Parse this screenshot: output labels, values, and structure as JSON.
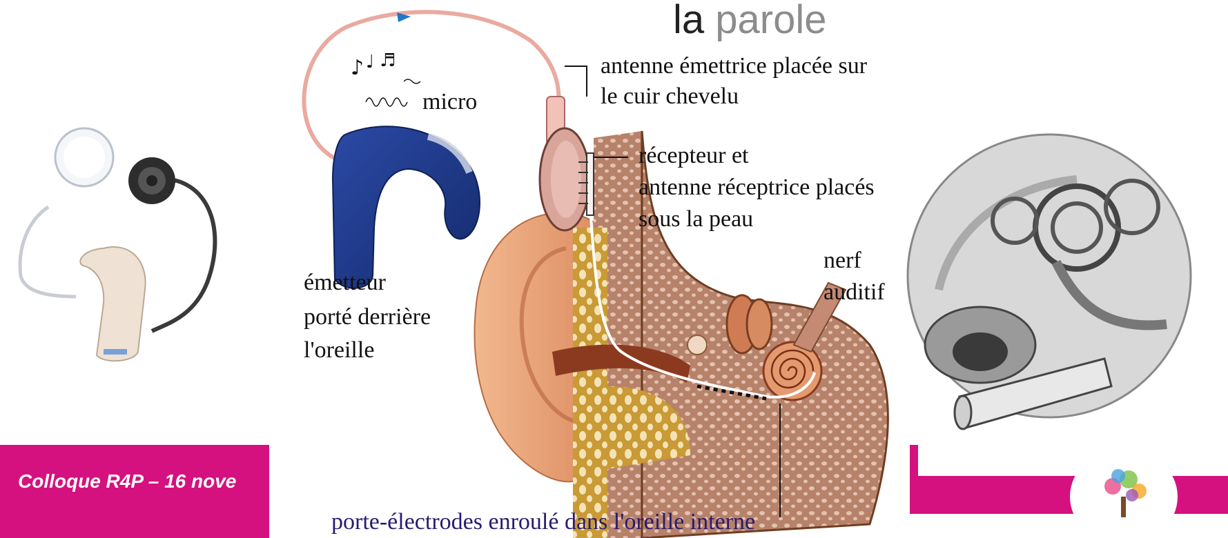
{
  "title": {
    "part1": "la",
    "part2": "parole"
  },
  "labels": {
    "micro": "micro",
    "antenna_line1": "antenne émettrice placée sur",
    "antenna_line2": "le cuir chevelu",
    "receiver_line1": "récepteur et",
    "receiver_line2": "antenne réceptrice placés",
    "receiver_line3": "sous la peau",
    "nerve_line1": "nerf",
    "nerve_line2": "auditif",
    "emitter_line1": "émetteur",
    "emitter_line2": "porté derrière",
    "emitter_line3": "l'oreille",
    "electrode": "porte-électrodes enroulé dans l'oreille interne"
  },
  "footer": {
    "text": "Colloque R4P –  16 nove"
  },
  "colors": {
    "accent": "#d4117f",
    "cable": "#e8a8a0",
    "device_blue": "#1f3a8a",
    "skin": "#e99a6c",
    "bone": "#c89a3a"
  }
}
